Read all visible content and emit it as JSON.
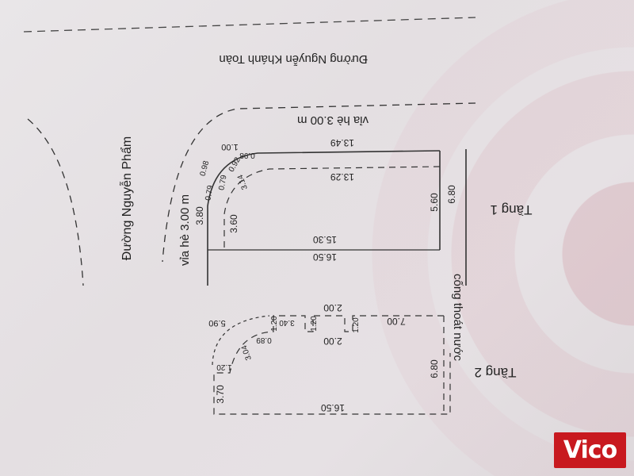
{
  "streets": {
    "top": "Đường Nguyễn Khánh Toàn",
    "left": "Đường Nguyễn Phẩm"
  },
  "sidewalks": {
    "top": "vỉa hè 3.00 m",
    "left": "vỉa hè 3.00 m"
  },
  "drain_label": "cống thoát nước",
  "lot1": {
    "name": "Tầng 1",
    "dims": {
      "outer_top": "13.49",
      "inner_top": "13.29",
      "outer_length": "16.50",
      "inner_length": "15.30",
      "right_outer": "6.80",
      "right_inner": "5.60",
      "left_outer": "3.80",
      "left_inner": "3.60",
      "arc_1": "1.00",
      "arc_2": "0.98",
      "arc_3": "0.92",
      "arc_4": "0.98",
      "arc_5": "0.79",
      "arc_6": "0.79",
      "arc_7": "3.14"
    }
  },
  "lot2": {
    "name": "Tầng 2",
    "dims": {
      "length": "16.50",
      "right": "6.80",
      "left": "3.70",
      "top_right": "7.00",
      "top_mid": "2.00",
      "inner_mid": "2.00",
      "notch_1": "1.20",
      "notch_2": "1.20",
      "notch_3": "1.20",
      "notch_4": "1.20",
      "notch_depth": "3.40",
      "arc_big": "5.90",
      "arc_small": "3.04",
      "arc_tiny": "0.89"
    }
  },
  "logo": "Vico"
}
